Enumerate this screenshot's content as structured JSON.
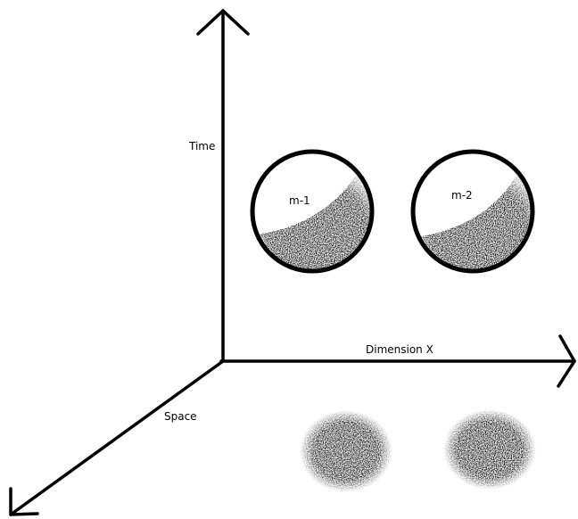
{
  "axes": {
    "time_label": "Time",
    "dimension_x_label": "Dimension X",
    "space_label": "Space"
  },
  "spheres": [
    {
      "label": "m-1"
    },
    {
      "label": "m-2"
    }
  ],
  "colors": {
    "ink": "#000000",
    "background": "#ffffff"
  }
}
